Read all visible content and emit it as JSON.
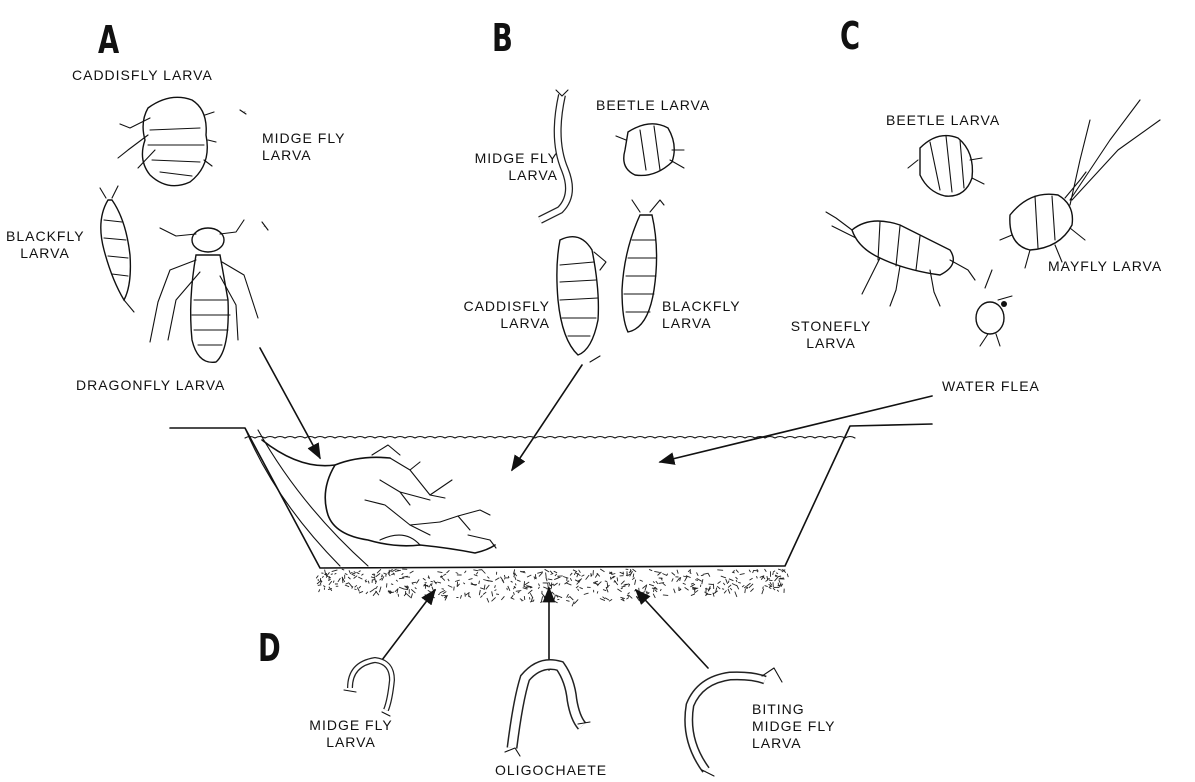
{
  "groups": {
    "a": {
      "letter": "A",
      "caddisfly": "CADDISFLY LARVA",
      "midge": "MIDGE FLY\nLARVA",
      "blackfly": "BLACKFLY\nLARVA",
      "dragonfly": "DRAGONFLY LARVA"
    },
    "b": {
      "letter": "B",
      "midge": "MIDGE FLY\nLARVA",
      "beetle": "BEETLE LARVA",
      "caddisfly": "CADDISFLY\nLARVA",
      "blackfly": "BLACKFLY\nLARVA"
    },
    "c": {
      "letter": "C",
      "beetle": "BEETLE LARVA",
      "stonefly": "STONEFLY\nLARVA",
      "mayfly": "MAYFLY LARVA",
      "waterflea": "WATER FLEA"
    },
    "d": {
      "letter": "D",
      "midge": "MIDGE FLY\nLARVA",
      "oligochaete": "OLIGOCHAETE",
      "biting_midge": "BITING\nMIDGE FLY\nLARVA"
    }
  }
}
